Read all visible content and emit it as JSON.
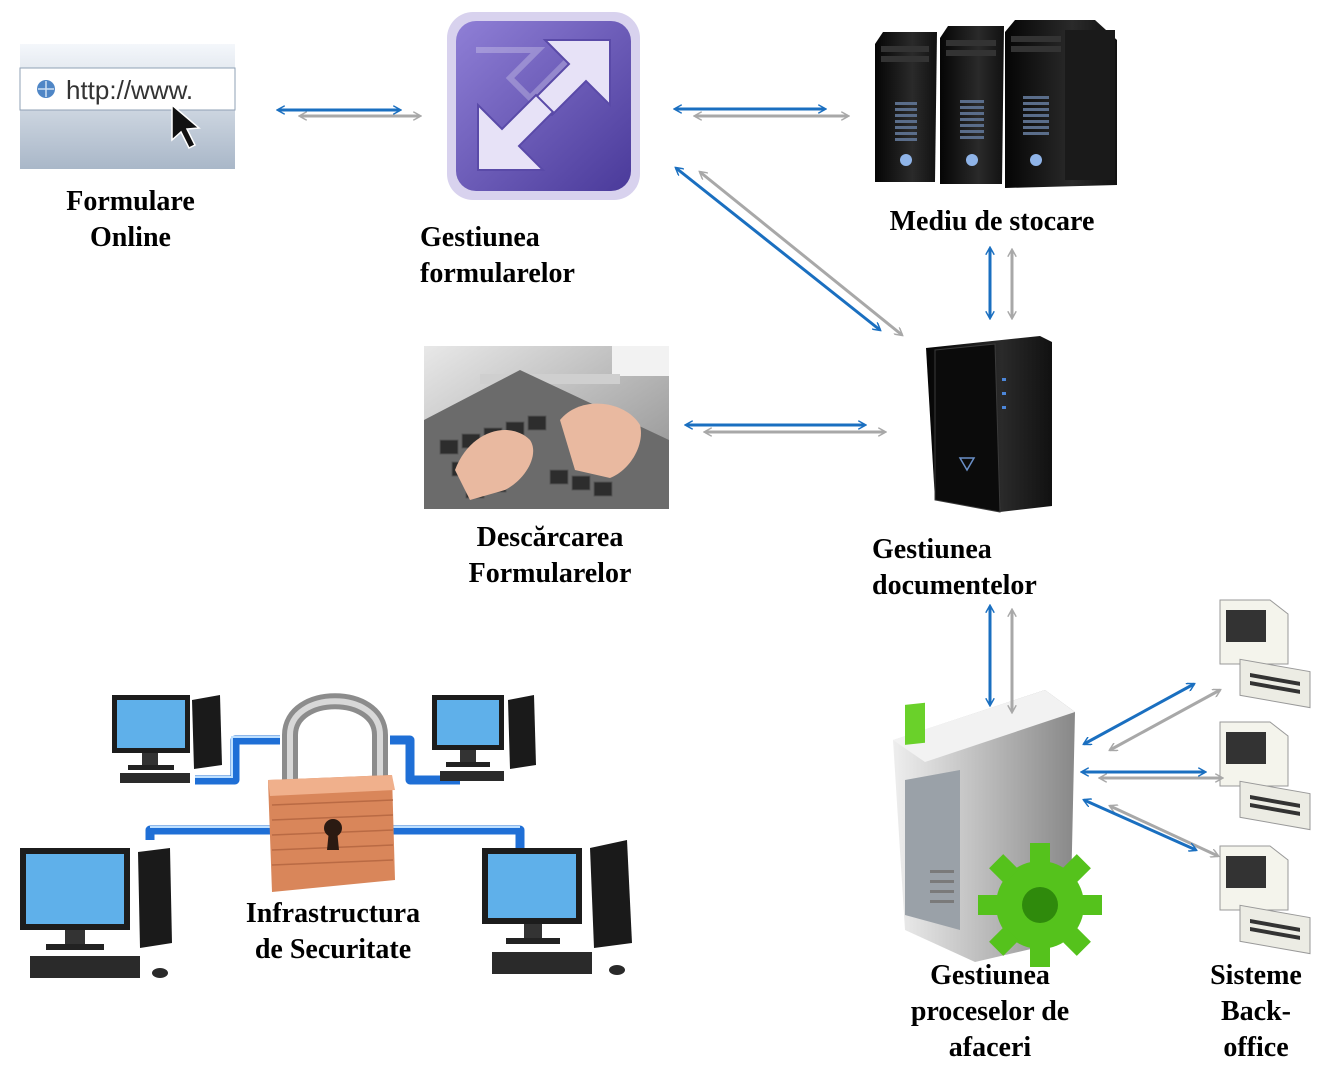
{
  "nodes": {
    "online_forms": {
      "line1": "Formulare",
      "line2": "Online",
      "url_text": "http://www."
    },
    "form_management": {
      "line1": "Gestiunea",
      "line2": "formularelor"
    },
    "storage": {
      "line1": "Mediu de stocare"
    },
    "form_download": {
      "line1": "Descărcarea",
      "line2": "Formularelor"
    },
    "document_management": {
      "line1": "Gestiunea",
      "line2": "documentelor"
    },
    "security": {
      "line1": "Infrastructura",
      "line2": "de Securitate"
    },
    "business_process": {
      "line1": "Gestiunea",
      "line2": "proceselor de",
      "line3": "afaceri"
    },
    "backoffice": {
      "line1": "Sisteme",
      "line2": "Back-",
      "line3": "office"
    }
  },
  "colors": {
    "arrow_blue": "#1a6fc0",
    "arrow_gray": "#a8a8a8",
    "network_blue": "#1f6fd6",
    "purple": "#6a55b8",
    "lock_orange": "#d9865a",
    "gear_green": "#55c21c"
  },
  "icons": {
    "online_forms": "browser-url-icon",
    "form_management": "infopath-icon",
    "storage": "server-rack-icon",
    "form_download": "keyboard-typing-icon",
    "document_management": "tower-server-icon",
    "security": "padlock-network-icon",
    "business_process": "server-gear-icon",
    "backoffice": "retro-computer-icon"
  }
}
